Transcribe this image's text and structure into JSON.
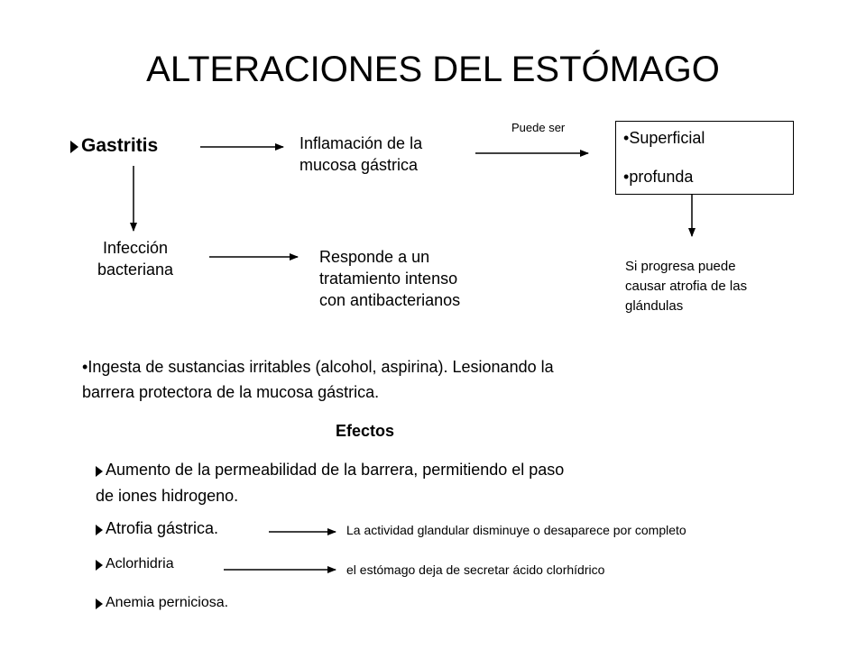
{
  "title": "ALTERACIONES DEL ESTÓMAGO",
  "gastritis": "Gastritis",
  "inflamacion": [
    "Inflamación de la",
    "mucosa gástrica"
  ],
  "puede_ser": "Puede ser",
  "tipos": [
    "Superficial",
    "profunda"
  ],
  "progresa": [
    "Si progresa puede",
    "causar atrofia de las",
    "glándulas"
  ],
  "infeccion": [
    "Infección",
    "bacteriana"
  ],
  "responde": [
    "Responde a un",
    "tratamiento intenso",
    "con antibacterianos"
  ],
  "ingesta": [
    "Ingesta de sustancias irritables (alcohol, aspirina). Lesionando la",
    "barrera protectora de la mucosa gástrica."
  ],
  "efectos_title": "Efectos",
  "efectos": {
    "permeabilidad": [
      "Aumento de la permeabilidad de la barrera, permitiendo el paso",
      "de iones hidrogeno."
    ],
    "atrofia": "Atrofia gástrica.",
    "atrofia_desc": "La actividad glandular disminuye o desaparece por completo",
    "aclorhidria": "Aclorhidria",
    "aclorhidria_desc": "el estómago deja de secretar ácido clorhídrico",
    "anemia": "Anemia perniciosa."
  }
}
